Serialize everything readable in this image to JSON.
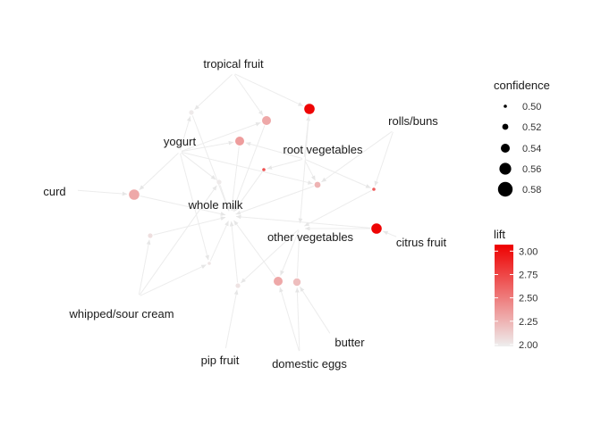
{
  "graph": {
    "items": [
      {
        "id": "tropical_fruit",
        "label": "tropical fruit"
      },
      {
        "id": "yogurt",
        "label": "yogurt"
      },
      {
        "id": "root_vegetables",
        "label": "root vegetables"
      },
      {
        "id": "rolls_buns",
        "label": "rolls/buns"
      },
      {
        "id": "curd",
        "label": "curd"
      },
      {
        "id": "whole_milk",
        "label": "whole milk"
      },
      {
        "id": "other_vegetables",
        "label": "other vegetables"
      },
      {
        "id": "citrus_fruit",
        "label": "citrus fruit"
      },
      {
        "id": "whipped_sour_cream",
        "label": "whipped/sour cream"
      },
      {
        "id": "butter",
        "label": "butter"
      },
      {
        "id": "pip_fruit",
        "label": "pip fruit"
      },
      {
        "id": "domestic_eggs",
        "label": "domestic eggs"
      }
    ],
    "rules": [
      {
        "id": "r1",
        "confidence": 0.51,
        "lift": 2.0
      },
      {
        "id": "r2",
        "confidence": 0.54,
        "lift": 2.3
      },
      {
        "id": "r3",
        "confidence": 0.55,
        "lift": 3.05
      },
      {
        "id": "r4",
        "confidence": 0.54,
        "lift": 2.35
      },
      {
        "id": "r5",
        "confidence": 0.5,
        "lift": 2.7
      },
      {
        "id": "r6",
        "confidence": 0.51,
        "lift": 2.0
      },
      {
        "id": "r7",
        "confidence": 0.52,
        "lift": 2.25
      },
      {
        "id": "r8",
        "confidence": 0.5,
        "lift": 2.65
      },
      {
        "id": "r9",
        "confidence": 0.55,
        "lift": 2.3
      },
      {
        "id": "r10",
        "confidence": 0.51,
        "lift": 2.05
      },
      {
        "id": "r11",
        "confidence": 0.5,
        "lift": 2.02
      },
      {
        "id": "r12",
        "confidence": 0.55,
        "lift": 3.05
      },
      {
        "id": "r13",
        "confidence": 0.51,
        "lift": 2.03
      },
      {
        "id": "r14",
        "confidence": 0.54,
        "lift": 2.3
      },
      {
        "id": "r15",
        "confidence": 0.53,
        "lift": 2.2
      }
    ],
    "edges": [
      [
        "tropical_fruit",
        "r1"
      ],
      [
        "tropical_fruit",
        "r2"
      ],
      [
        "tropical_fruit",
        "r3"
      ],
      [
        "r1",
        "whole_milk"
      ],
      [
        "r2",
        "whole_milk"
      ],
      [
        "yogurt",
        "r1"
      ],
      [
        "yogurt",
        "r2"
      ],
      [
        "yogurt",
        "r4"
      ],
      [
        "yogurt",
        "r6"
      ],
      [
        "yogurt",
        "r9"
      ],
      [
        "yogurt",
        "r7"
      ],
      [
        "yogurt",
        "r11"
      ],
      [
        "root_vegetables",
        "r3"
      ],
      [
        "root_vegetables",
        "r4"
      ],
      [
        "root_vegetables",
        "r5"
      ],
      [
        "root_vegetables",
        "r8"
      ],
      [
        "root_vegetables",
        "r7"
      ],
      [
        "r4",
        "whole_milk"
      ],
      [
        "r5",
        "whole_milk"
      ],
      [
        "r3",
        "other_vegetables"
      ],
      [
        "rolls_buns",
        "r7"
      ],
      [
        "rolls_buns",
        "r8"
      ],
      [
        "r7",
        "whole_milk"
      ],
      [
        "r8",
        "other_vegetables"
      ],
      [
        "curd",
        "r9"
      ],
      [
        "r9",
        "whole_milk"
      ],
      [
        "citrus_fruit",
        "r12"
      ],
      [
        "r12",
        "other_vegetables"
      ],
      [
        "whipped_sour_cream",
        "r10"
      ],
      [
        "whipped_sour_cream",
        "r11"
      ],
      [
        "whipped_sour_cream",
        "r6"
      ],
      [
        "r10",
        "whole_milk"
      ],
      [
        "r11",
        "whole_milk"
      ],
      [
        "r6",
        "whole_milk"
      ],
      [
        "pip_fruit",
        "r13"
      ],
      [
        "r13",
        "whole_milk"
      ],
      [
        "domestic_eggs",
        "r14"
      ],
      [
        "domestic_eggs",
        "r15"
      ],
      [
        "r14",
        "whole_milk"
      ],
      [
        "r15",
        "other_vegetables"
      ],
      [
        "butter",
        "r15"
      ],
      [
        "other_vegetables",
        "r14"
      ],
      [
        "other_vegetables",
        "r13"
      ],
      [
        "r12",
        "whole_milk"
      ]
    ]
  },
  "legend_confidence": {
    "title": "confidence",
    "breaks": [
      "0.50",
      "0.52",
      "0.54",
      "0.56",
      "0.58"
    ],
    "values": [
      0.5,
      0.52,
      0.54,
      0.56,
      0.58
    ]
  },
  "legend_lift": {
    "title": "lift",
    "breaks": [
      "3.00",
      "2.75",
      "2.50",
      "2.25",
      "2.00"
    ],
    "values": [
      3.0,
      2.75,
      2.5,
      2.25,
      2.0
    ],
    "range": [
      1.98,
      3.07
    ],
    "color_low": "#eeeeee",
    "color_high": "#ee0000"
  },
  "colors": {
    "edge": "#ececec",
    "label": "#1a1a1a",
    "legend_text": "#333333"
  }
}
